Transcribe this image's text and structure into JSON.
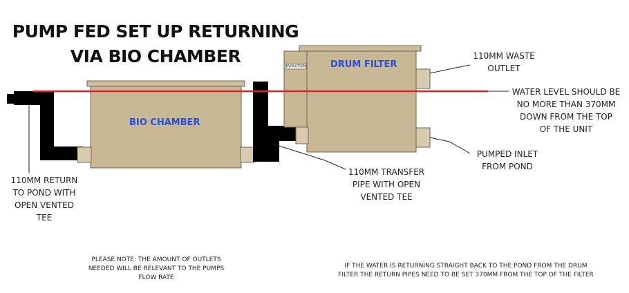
{
  "title": {
    "line1": "PUMP FED SET UP RETURNING",
    "line2": "VIA BIO CHAMBER"
  },
  "units": {
    "bio_chamber": "BIO CHAMBER",
    "drum_filter": "DRUM FILTER",
    "drum_badge": "EVOLUTION"
  },
  "callouts": {
    "waste_outlet": [
      "110MM WASTE",
      "OUTLET"
    ],
    "water_level": [
      "WATER LEVEL SHOULD BE",
      "NO MORE THAN 370MM",
      "DOWN FROM THE TOP",
      "OF THE UNIT"
    ],
    "pumped_inlet": [
      "PUMPED INLET",
      "FROM POND"
    ],
    "transfer_pipe": [
      "110MM TRANSFER",
      "PIPE WITH OPEN",
      "VENTED TEE"
    ],
    "return_pipe": [
      "110MM RETURN",
      "TO POND WITH",
      "OPEN VENTED",
      "TEE"
    ]
  },
  "notes": {
    "outlets": [
      "PLEASE NOTE: THE AMOUNT OF OUTLETS",
      "NEEDED WILL BE RELEVANT TO THE PUMPS",
      "FLOW RATE"
    ],
    "returning": [
      "IF THE WATER IS RETURNING STRAIGHT BACK TO THE POND FROM THE DRUM",
      "FILTER THE RETURN PIPES NEED TO BE SET 370MM FROM THE TOP OF THE FILTER"
    ]
  },
  "colors": {
    "unit_body": "#c9b896",
    "unit_edge": "#6e6350",
    "pipe": "#000000",
    "pipe_fitting": "#d9cbb0",
    "water_line": "#e0202a",
    "unit_label": "#2a4fd6"
  }
}
